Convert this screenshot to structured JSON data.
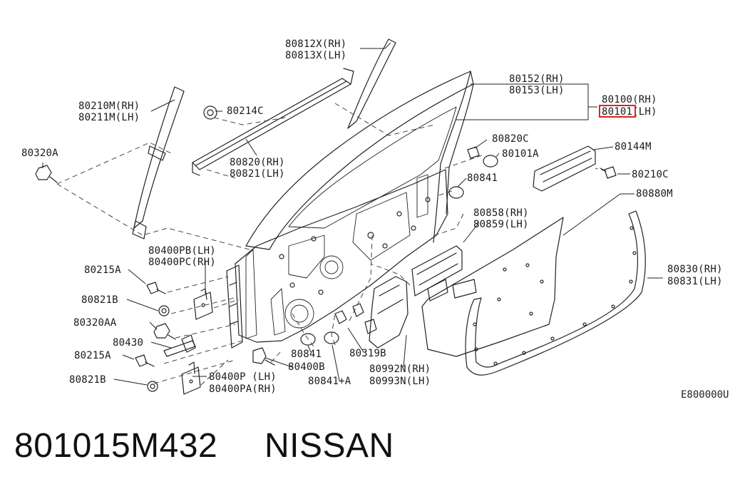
{
  "diagram": {
    "reference_code": "E800000U",
    "highlight_color": "#e0201b",
    "labels": {
      "p80812_rh": "80812X(RH)",
      "p80813_lh": "80813X(LH)",
      "p80152_rh": "80152(RH)",
      "p80153_lh": "80153(LH)",
      "p80100_rh": "80100(RH)",
      "p80101_lh": "80101(LH)",
      "p80210m_rh": "80210M(RH)",
      "p80211m_lh": "80211M(LH)",
      "p80214c": "80214C",
      "p80320a": "80320A",
      "p80820c": "80820C",
      "p80101a": "80101A",
      "p80144m": "80144M",
      "p80820_rh": "80820(RH)",
      "p80821_lh": "80821(LH)",
      "p80841_top": "80841",
      "p80210c": "80210C",
      "p80880m": "80880M",
      "p80858_rh": "80858(RH)",
      "p80859_lh": "80859(LH)",
      "p80400pb_lh": "80400PB(LH)",
      "p80400pc_rh": "80400PC(RH)",
      "p80215a_1": "80215A",
      "p80830_rh": "80830(RH)",
      "p80831_lh": "80831(LH)",
      "p80821b_1": "80821B",
      "p80320aa": "80320AA",
      "p80430": "80430",
      "p80841_bottom": "80841",
      "p80319b": "80319B",
      "p80215a_2": "80215A",
      "p80400b": "80400B",
      "p80992n_rh": "80992N(RH)",
      "p80993n_lh": "80993N(LH)",
      "p80821b_2": "80821B",
      "p80400p_lh": "80400P (LH)",
      "p80400pa_rh": "80400PA(RH)",
      "p80841a": "80841+A"
    }
  },
  "caption": {
    "part_number": "801015M432",
    "brand": "NISSAN"
  }
}
